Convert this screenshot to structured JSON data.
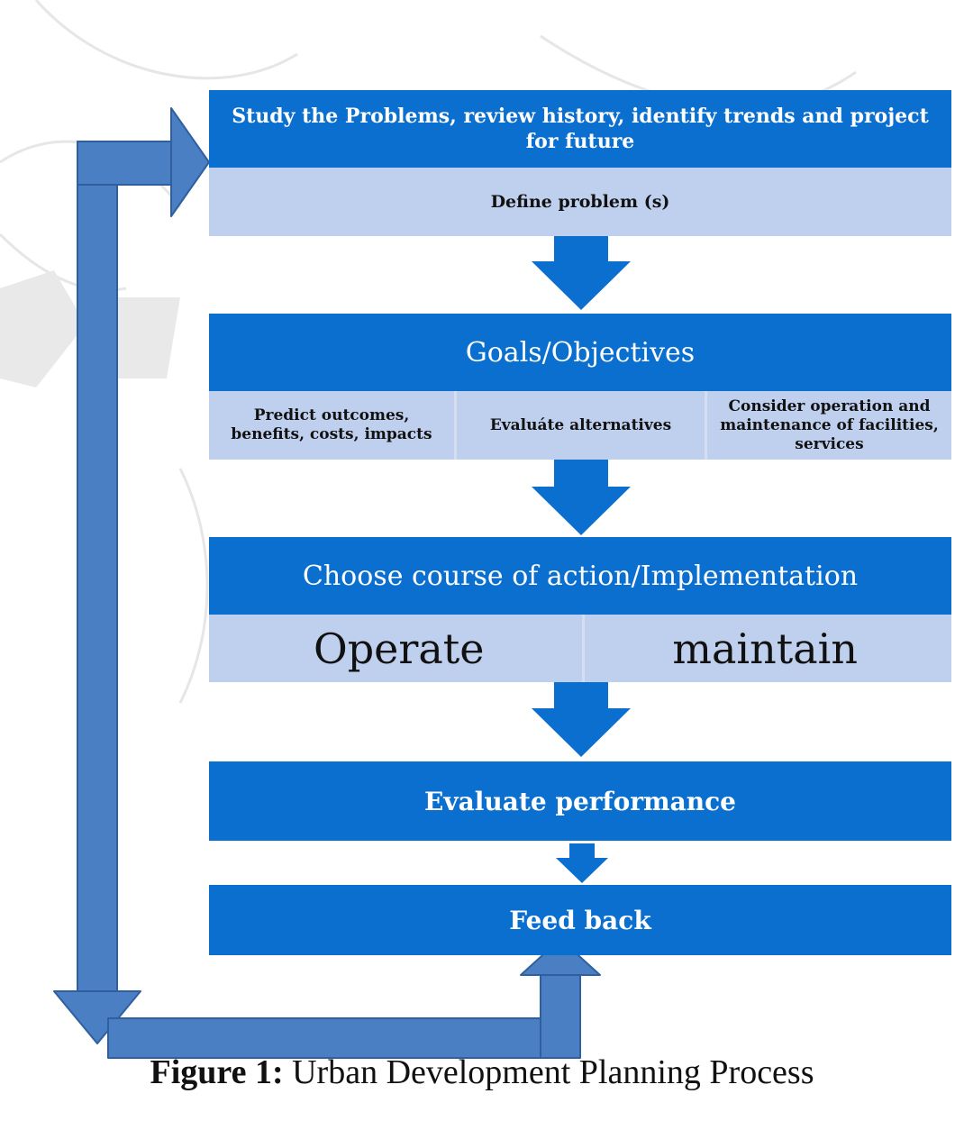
{
  "steps": {
    "study": "Study the Problems, review history, identify trends and project for future",
    "define": "Define problem (s)",
    "goals": "Goals/Objectives",
    "predict": "Predict outcomes, benefits, costs,  impacts",
    "evaluate_alt": "Evaluáte alternatives",
    "consider": "Consider operation and maintenance of facilities, services",
    "choose": "Choose course of action/Implementation",
    "operate": "Operate",
    "maintain": "maintain",
    "evaluate_perf": "Evaluate performance",
    "feedback": "Feed back"
  },
  "caption": {
    "label": "Figure 1:",
    "text": "Urban Development Planning Process"
  },
  "colors": {
    "primary": "#0b6fd0",
    "secondary": "#bfd0ee",
    "feedback_arrow": "#4a7fc4"
  }
}
